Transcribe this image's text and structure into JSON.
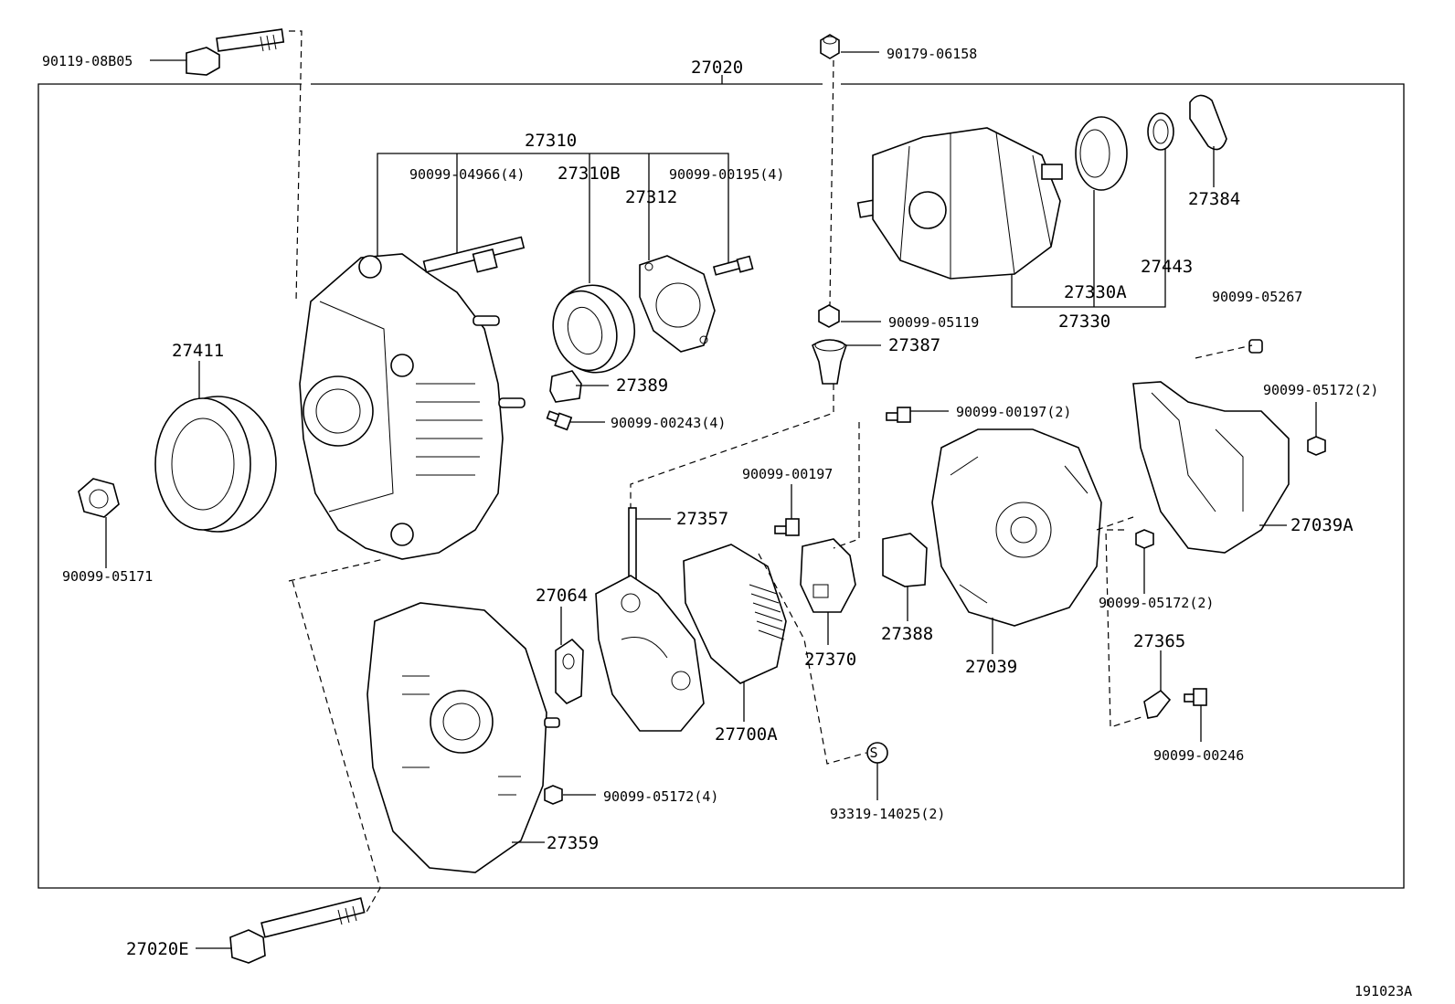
{
  "labels": {
    "p90119_08B05": "90119-08B05",
    "p27020": "27020",
    "p90179_06158": "90179-06158",
    "p27310": "27310",
    "p90099_04966": "90099-04966(4)",
    "p27310B": "27310B",
    "p90099_00195": "90099-00195(4)",
    "p27312": "27312",
    "p27384": "27384",
    "p27443": "27443",
    "p27330A": "27330A",
    "p27330": "27330",
    "p90099_05119": "90099-05119",
    "p27387": "27387",
    "p90099_05267": "90099-05267",
    "p27411": "27411",
    "p27389": "27389",
    "p90099_00243": "90099-00243(4)",
    "p90099_00197_2": "90099-00197(2)",
    "p90099_05172_2a": "90099-05172(2)",
    "p90099_00197": "90099-00197",
    "p27357": "27357",
    "p27039A": "27039A",
    "p90099_05171": "90099-05171",
    "p27064": "27064",
    "p90099_05172_2b": "90099-05172(2)",
    "p27370": "27370",
    "p27388": "27388",
    "p27365": "27365",
    "p27039": "27039",
    "p27700A": "27700A",
    "p90099_00246": "90099-00246",
    "p90099_05172_4": "90099-05172(4)",
    "p93319_14025": "93319-14025(2)",
    "p27359": "27359",
    "p27020E": "27020E",
    "s_mark": "S",
    "diagram_id": "191023A"
  }
}
